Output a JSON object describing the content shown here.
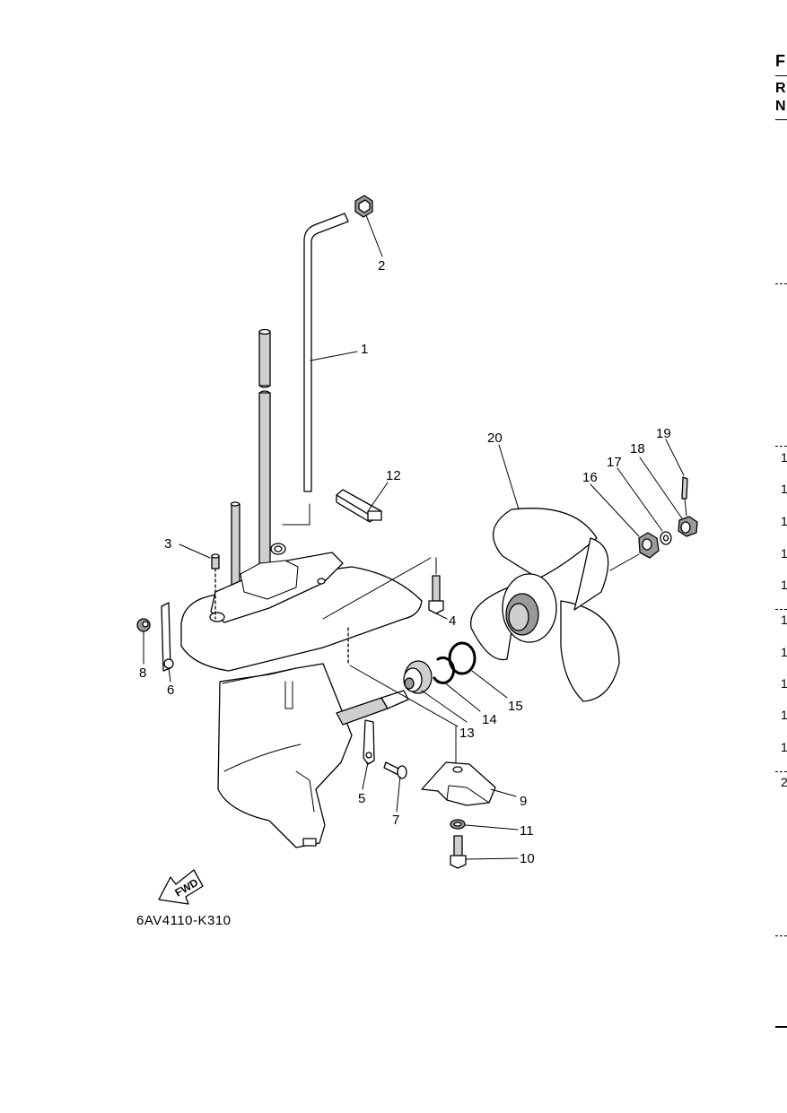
{
  "diagram": {
    "part_code": "6AV4110-K310",
    "fwd_label": "FWD",
    "callouts": [
      "1",
      "2",
      "3",
      "4",
      "5",
      "6",
      "7",
      "8",
      "9",
      "10",
      "11",
      "12",
      "13",
      "14",
      "15",
      "16",
      "17",
      "18",
      "19",
      "20"
    ]
  },
  "right_margin": {
    "header_letters": [
      "F",
      "R",
      "N"
    ],
    "row_digits": [
      "1",
      "1",
      "1",
      "1",
      "1",
      "1",
      "1",
      "1",
      "1",
      "1",
      "2"
    ]
  }
}
